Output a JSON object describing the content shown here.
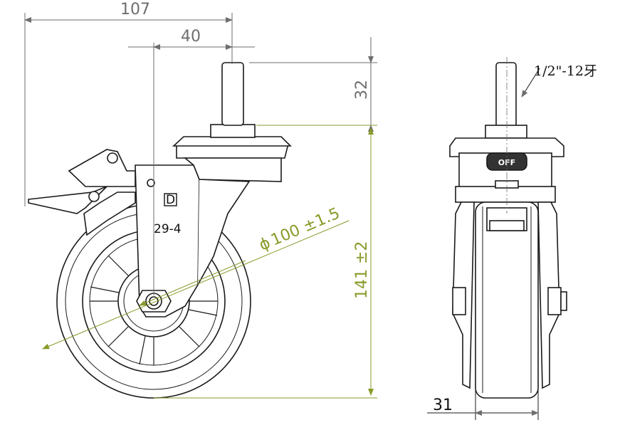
{
  "colors": {
    "dimension": "#6e6e6e",
    "dimension_accent": "#8a9a2a",
    "outline": "#1a1a1a",
    "text_dark": "#111111"
  },
  "dimensions": {
    "overall_width": "107",
    "stem_offset": "40",
    "stem_length": "32",
    "total_height": "141 ±2",
    "wheel_diameter": "100 ±1.5",
    "diameter_symbol": "ϕ",
    "wheel_width": "31"
  },
  "labels": {
    "part_number": "29-4",
    "logo_letter": "D",
    "thread_spec": "1/2\"-12牙"
  }
}
